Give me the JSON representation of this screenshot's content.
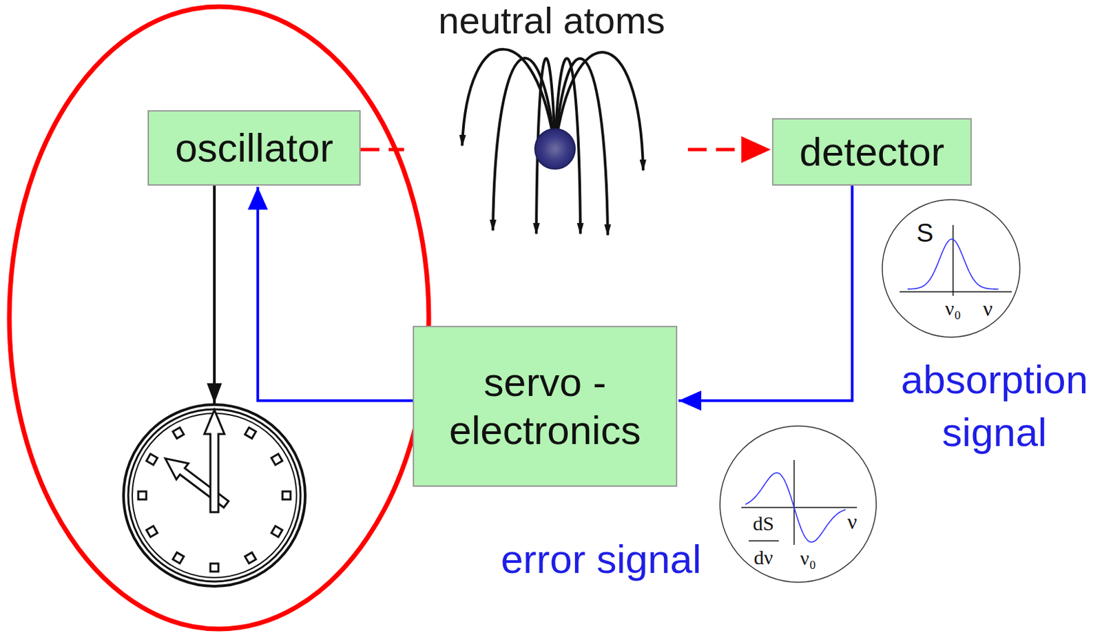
{
  "diagram": {
    "nodes": [
      {
        "text": [
          "oscillator"
        ]
      },
      {
        "text": [
          "detector"
        ]
      },
      {
        "text": [
          "S",
          "ν₀",
          "ν"
        ]
      },
      {
        "text": [
          "servo - electronics"
        ]
      },
      {
        "text": [
          "dS",
          "dν",
          "ν₀",
          "ν"
        ]
      }
    ],
    "edges": [
      {
        "from": 0,
        "to": 1,
        "arrow": "to"
      },
      {
        "from": 1,
        "to": 3,
        "arrow": "to"
      },
      {
        "from": 3,
        "to": 0,
        "arrow": "to"
      }
    ],
    "labels": [
      "neutral atoms",
      "absorption signal",
      "error signal"
    ]
  }
}
